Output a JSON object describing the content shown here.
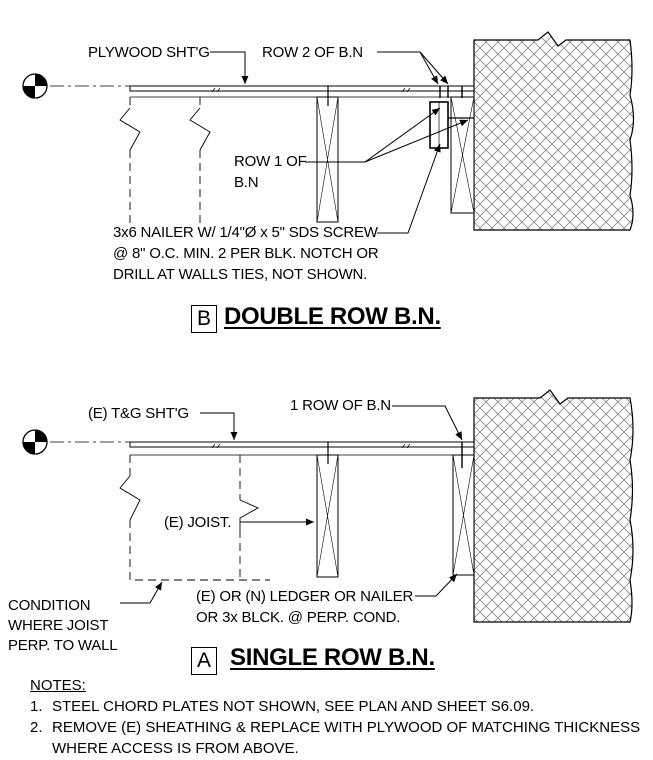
{
  "detail_b": {
    "tag": "B",
    "title": "DOUBLE ROW B.N.",
    "sheathing_label": "PLYWOOD SHT'G",
    "row2_label": "ROW 2 OF B.N",
    "row1_label": [
      "ROW 1 OF",
      "B.N"
    ],
    "nailer_label": [
      "3x6 NAILER  W/ 1/4\"Ø x 5\" SDS SCREW",
      "@ 8\" O.C. MIN. 2 PER BLK. NOTCH OR",
      "DRILL AT WALLS TIES, NOT SHOWN."
    ]
  },
  "detail_a": {
    "tag": "A",
    "title": "SINGLE ROW B.N.",
    "sheathing_label": "(E) T&G SHT'G",
    "nailing_label": "1 ROW OF B.N",
    "joist_label": "(E) JOIST.",
    "condition_label": [
      "CONDITION",
      "WHERE JOIST",
      "PERP. TO WALL"
    ],
    "ledger_label": [
      "(E) OR (N) LEDGER OR NAILER",
      "OR 3x BLCK. @ PERP. COND."
    ]
  },
  "notes": {
    "heading": "NOTES:",
    "items": [
      {
        "num": "1.",
        "text": "STEEL CHORD PLATES NOT SHOWN, SEE PLAN AND SHEET S6.09."
      },
      {
        "num": "2.",
        "text": "REMOVE (E) SHEATHING & REPLACE WITH PLYWOOD OF MATCHING THICKNESS"
      },
      {
        "num": "",
        "text": "WHERE ACCESS IS FROM ABOVE."
      }
    ]
  }
}
